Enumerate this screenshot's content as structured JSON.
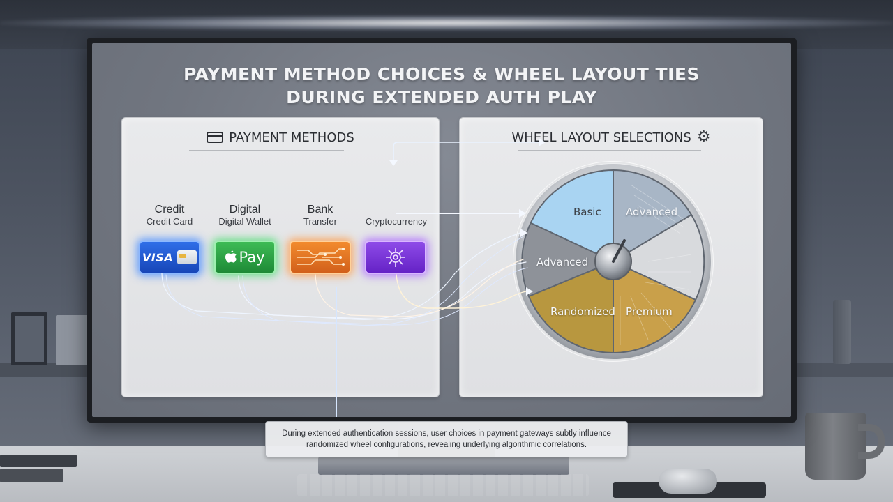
{
  "title_line1": "PAYMENT METHOD CHOICES & WHEEL LAYOUT TIES",
  "title_line2": "DURING EXTENDED AUTH PLAY",
  "payment_panel": {
    "header": "PAYMENT METHODS",
    "icon": "credit-card-icon",
    "methods": [
      {
        "line1": "Credit",
        "line2": "Credit Card",
        "tile_text": "VISA",
        "color": "#2f6ee8"
      },
      {
        "line1": "Digital",
        "line2": "Digital Wallet",
        "tile_text": "Pay",
        "color": "#3dbb55"
      },
      {
        "line1": "Bank",
        "line2": "Transfer",
        "tile_text": "",
        "color": "#f28b2e"
      },
      {
        "line1": "",
        "line2": "Cryptocurrency",
        "tile_text": "",
        "color": "#8e4be8"
      }
    ]
  },
  "wheel_panel": {
    "header": "WHEEL LAYOUT SELECTIONS",
    "icon": "gear-icon",
    "segments": [
      {
        "label": "Basic",
        "color": "#a9d4f2"
      },
      {
        "label": "Advanced",
        "color": "#a8b6c6"
      },
      {
        "label": "",
        "color": "#d8dadd"
      },
      {
        "label": "Premium",
        "color": "#c9a04a"
      },
      {
        "label": "Randomized",
        "color": "#b8973f"
      },
      {
        "label": "Advanced",
        "color": "#8e9299"
      }
    ]
  },
  "caption": {
    "line1": "During extended authentication sessions, user choices in payment gateways subtly influence",
    "line2": "randomized wheel configurations, revealing underlying algorithmic correlations."
  }
}
